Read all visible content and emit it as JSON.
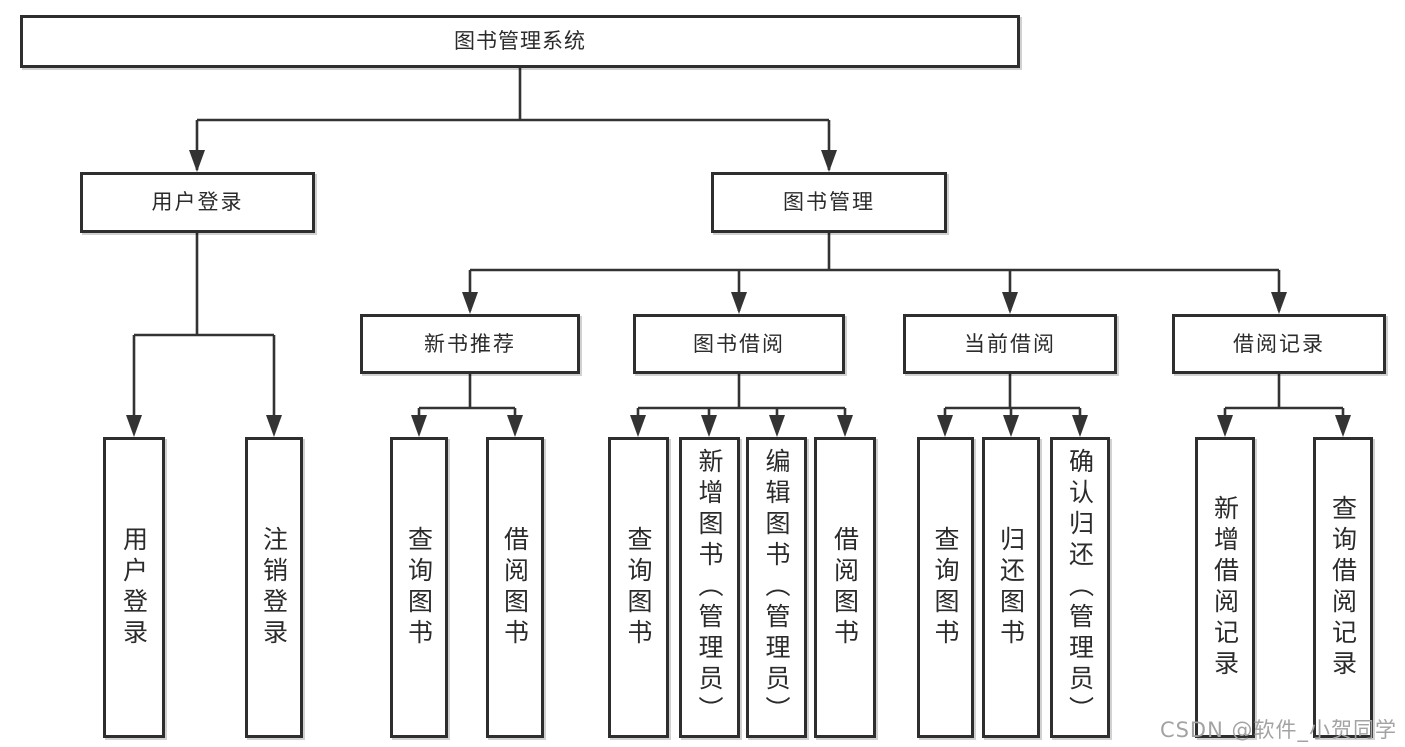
{
  "diagram": {
    "root": {
      "label": "图书管理系统"
    },
    "branches": [
      {
        "label": "用户登录",
        "children": [
          {
            "label": "用户登录"
          },
          {
            "label": "注销登录"
          }
        ]
      },
      {
        "label": "图书管理",
        "children": [
          {
            "label": "新书推荐",
            "children": [
              {
                "label": "查询图书"
              },
              {
                "label": "借阅图书"
              }
            ]
          },
          {
            "label": "图书借阅",
            "children": [
              {
                "label": "查询图书"
              },
              {
                "label": "新增图书（管理员）"
              },
              {
                "label": "编辑图书（管理员）"
              },
              {
                "label": "借阅图书"
              }
            ]
          },
          {
            "label": "当前借阅",
            "children": [
              {
                "label": "查询图书"
              },
              {
                "label": "归还图书"
              },
              {
                "label": "确认归还（管理员）"
              }
            ]
          },
          {
            "label": "借阅记录",
            "children": [
              {
                "label": "新增借阅记录"
              },
              {
                "label": "查询借阅记录"
              }
            ]
          }
        ]
      }
    ],
    "watermark": "CSDN @软件_小贺同学",
    "colors": {
      "line": "#333333",
      "border": "#2e2e2e",
      "text": "#2b2b2b",
      "watermark": "#a3a3a3"
    }
  }
}
